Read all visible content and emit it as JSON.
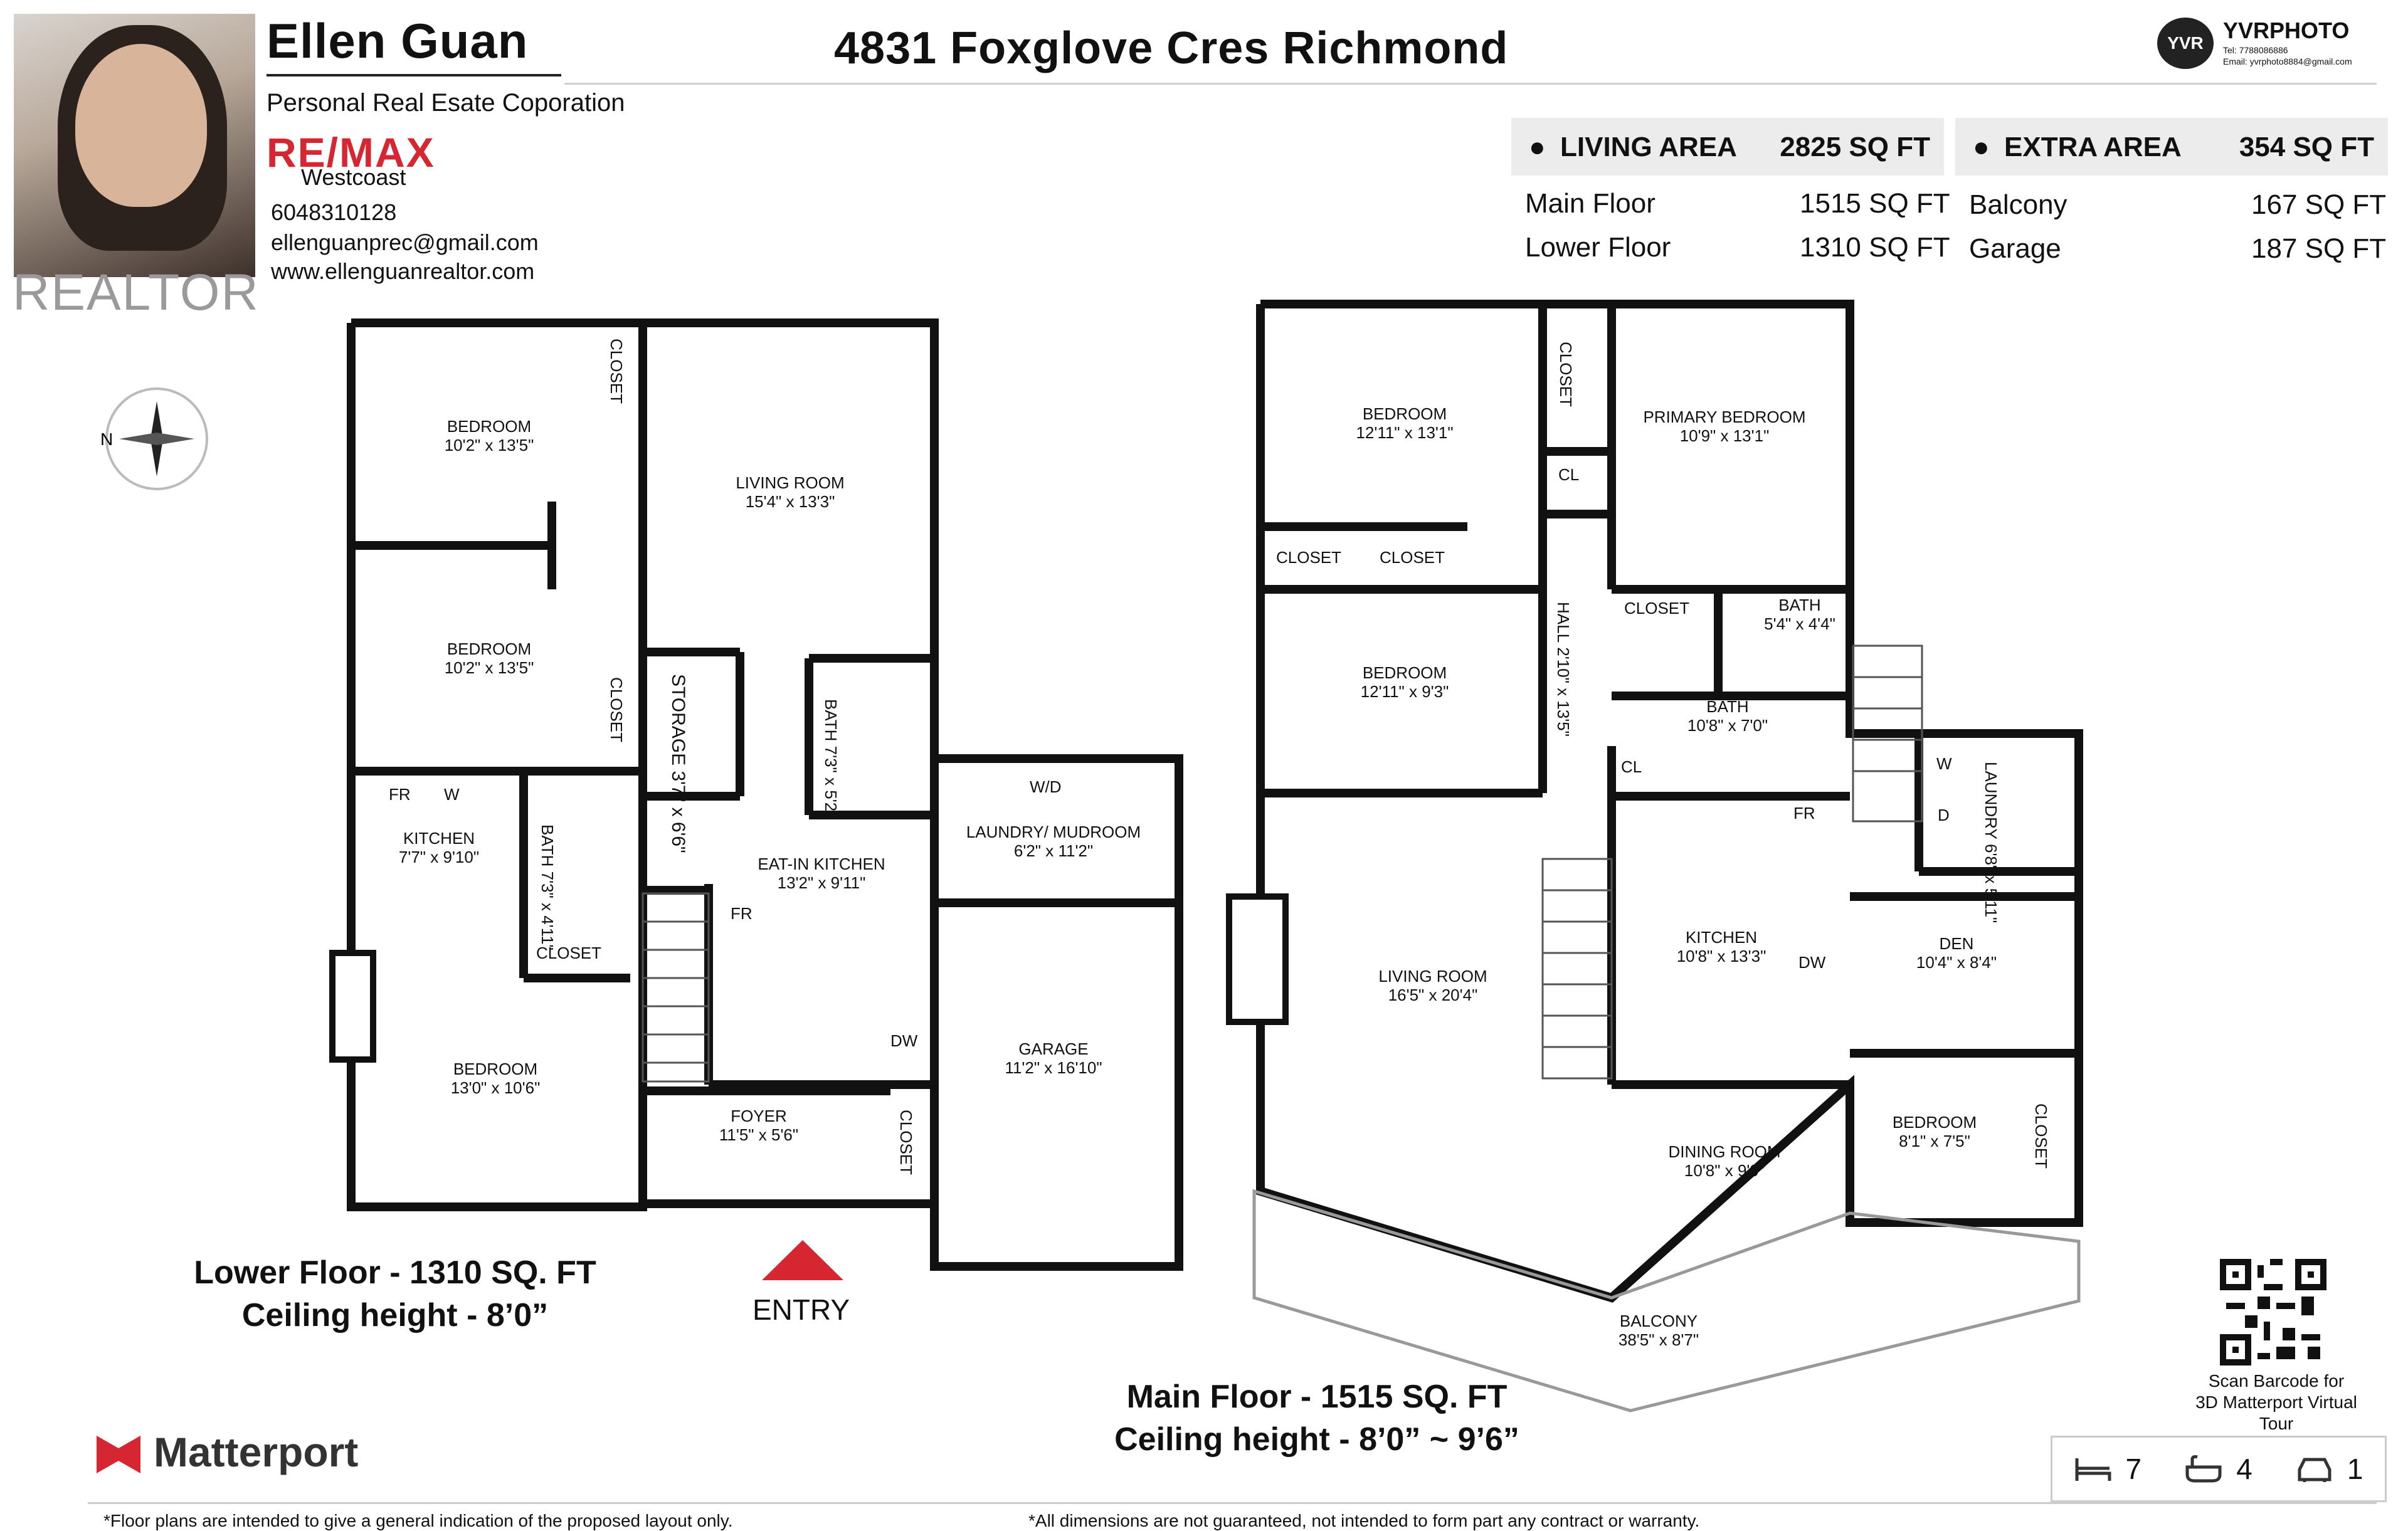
{
  "agent": {
    "name": "Ellen Guan",
    "corporation": "Personal Real Esate Coporation",
    "brokerage_brand": "RE/MAX",
    "brokerage_office": "Westcoast",
    "phone": "6048310128",
    "email": "ellenguanprec@gmail.com",
    "website": "www.ellenguanrealtor.com",
    "watermark": "REALTOR"
  },
  "listing": {
    "address": "4831 Foxglove Cres Richmond"
  },
  "photographer": {
    "logo_text": "YVR",
    "name": "YVRPHOTO",
    "tel": "Tel: 7788086886",
    "email": "Email: yvrphoto8884@gmail.com"
  },
  "areas": {
    "living": {
      "label": "LIVING AREA",
      "total": "2825 SQ FT",
      "rows": [
        {
          "label": "Main Floor",
          "value": "1515 SQ FT"
        },
        {
          "label": "Lower Floor",
          "value": "1310 SQ FT"
        }
      ]
    },
    "extra": {
      "label": "EXTRA AREA",
      "total": "354 SQ FT",
      "rows": [
        {
          "label": "Balcony",
          "value": "167 SQ FT"
        },
        {
          "label": "Garage",
          "value": "187 SQ FT"
        }
      ]
    }
  },
  "lower_floor": {
    "title": "Lower Floor - 1310 SQ. FT",
    "ceiling": "Ceiling height - 8’0”",
    "entry": "ENTRY",
    "rooms": {
      "bedroom1": {
        "name": "BEDROOM",
        "dim": "10'2\" x 13'5\""
      },
      "bedroom2": {
        "name": "BEDROOM",
        "dim": "10'2\" x 13'5\""
      },
      "bedroom3": {
        "name": "BEDROOM",
        "dim": "13'0\" x 10'6\""
      },
      "living": {
        "name": "LIVING ROOM",
        "dim": "15'4\" x 13'3\""
      },
      "kitchen": {
        "name": "KITCHEN",
        "dim": "7'7\" x 9'10\""
      },
      "eatin": {
        "name": "EAT-IN KITCHEN",
        "dim": "13'2\" x 9'11\""
      },
      "laundry": {
        "name": "LAUNDRY/ MUDROOM",
        "dim": "6'2\" x 11'2\""
      },
      "garage": {
        "name": "GARAGE",
        "dim": "11'2\" x 16'10\""
      },
      "foyer": {
        "name": "FOYER",
        "dim": "11'5\" x 5'6\""
      },
      "bath1": {
        "name": "BATH",
        "dim": "7'3\" x 5'2\""
      },
      "bath2": {
        "name": "BATH",
        "dim": "7'3\" x 4'11\""
      },
      "storage": {
        "name": "STORAGE",
        "dim": "3'7\" x 6'6\""
      },
      "closet1": "CLOSET",
      "closet2": "CLOSET",
      "closet3": "CLOSET",
      "closet4": "CLOSET",
      "fr1": "FR",
      "w1": "W",
      "fr2": "FR",
      "dw1": "DW",
      "wd": "W/D"
    }
  },
  "main_floor": {
    "title": "Main Floor - 1515 SQ. FT",
    "ceiling": "Ceiling height - 8’0” ~ 9’6”",
    "rooms": {
      "bedroom1": {
        "name": "BEDROOM",
        "dim": "12'11\" x 13'1\""
      },
      "primary": {
        "name": "PRIMARY BEDROOM",
        "dim": "10'9\" x 13'1\""
      },
      "bedroom2": {
        "name": "BEDROOM",
        "dim": "12'11\" x 9'3\""
      },
      "hall": {
        "name": "HALL",
        "dim": "2'10\" x 13'5\""
      },
      "bath1": {
        "name": "BATH",
        "dim": "5'4\" x 4'4\""
      },
      "bath2": {
        "name": "BATH",
        "dim": "10'8\" x 7'0\""
      },
      "laundry": {
        "name": "LAUNDRY",
        "dim": "6'8\" x 5'11\""
      },
      "living": {
        "name": "LIVING ROOM",
        "dim": "16'5\" x 20'4\""
      },
      "kitchen": {
        "name": "KITCHEN",
        "dim": "10'8\" x 13'3\""
      },
      "den": {
        "name": "DEN",
        "dim": "10'4\" x 8'4\""
      },
      "dining": {
        "name": "DINING ROOM",
        "dim": "10'8\" x 9'9\""
      },
      "bedroom3": {
        "name": "BEDROOM",
        "dim": "8'1\" x 7'5\""
      },
      "balcony": {
        "name": "BALCONY",
        "dim": "38'5\" x 8'7\""
      },
      "closet1": "CLOSET",
      "closet2": "CLOSET",
      "closet3": "CLOSET",
      "closet4": "CLOSET",
      "closet5": "CLOSET",
      "cl1": "CL",
      "cl2": "CL",
      "fr": "FR",
      "dw": "DW",
      "w": "W",
      "d": "D"
    }
  },
  "footer": {
    "matterport": "Matterport",
    "qr_caption_1": "Scan Barcode for",
    "qr_caption_2": "3D Matterport Virtual Tour",
    "beds": "7",
    "baths": "4",
    "garage": "1",
    "disclaimer_left": "*Floor plans are intended to give a general indication of the proposed layout only.",
    "disclaimer_right": "*All dimensions are not guaranteed, not intended to form part any contract or warranty."
  }
}
